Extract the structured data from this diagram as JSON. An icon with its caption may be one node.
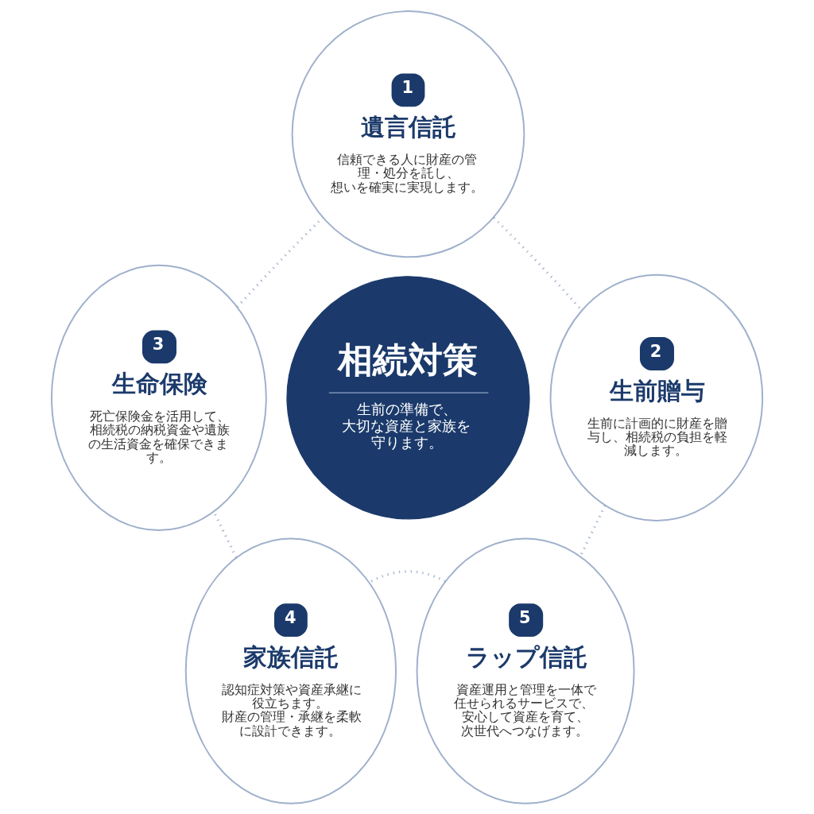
{
  "diagram": {
    "nodes": [
      {
        "text": [
          "1",
          "遺言信託",
          "信頼できる人に財産の管理・処分を託し、想いを確実に実現します。"
        ]
      },
      {
        "text": [
          "3",
          "生命保険",
          "死亡保険金を活用して、相続税の納税資金や遺族の生活資金を確保できます。"
        ]
      },
      {
        "text": [
          "相続対策",
          "生前の準備で、大切な資産と家族を守ります。"
        ]
      },
      {
        "text": [
          "2",
          "生前贈与",
          "生前に計画的に財産を贈与し、相続税の負担を軽減します。"
        ]
      },
      {
        "text": [
          "4",
          "家族信託",
          "認知症対策や資産承継に役立ちます。財産の管理・承継を柔軟に設計できます。"
        ]
      },
      {
        "text": [
          "5",
          "ラップ信託",
          "資産運用と管理を一体で任せられるサービスで、安心して資産を育て、次世代へつなげます。"
        ]
      }
    ],
    "edges": [
      {
        "from": 0,
        "to": 3,
        "arrow": "none",
        "style": "dashed"
      },
      {
        "from": 3,
        "to": 5,
        "arrow": "none",
        "style": "dashed"
      },
      {
        "from": 5,
        "to": 4,
        "arrow": "none",
        "style": "dashed"
      },
      {
        "from": 4,
        "to": 1,
        "arrow": "none",
        "style": "dashed"
      },
      {
        "from": 1,
        "to": 0,
        "arrow": "none",
        "style": "dashed"
      }
    ]
  }
}
